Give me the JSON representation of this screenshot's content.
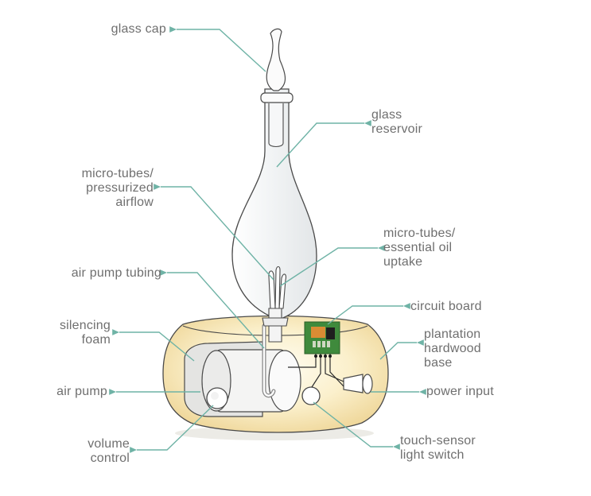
{
  "labels": {
    "glass_cap": [
      "glass cap"
    ],
    "glass_reservoir": [
      "glass",
      "reservoir"
    ],
    "micro_tubes_airflow": [
      "micro-tubes/",
      "pressurized",
      "airflow"
    ],
    "micro_tubes_oil": [
      "micro-tubes/",
      "essential oil",
      "uptake"
    ],
    "air_pump_tubing": [
      "air pump tubing"
    ],
    "circuit_board": [
      "circuit board"
    ],
    "silencing_foam": [
      "silencing",
      "foam"
    ],
    "plantation_base": [
      "plantation",
      "hardwood",
      "base"
    ],
    "air_pump": [
      "air pump"
    ],
    "power_input": [
      "power input"
    ],
    "volume_control": [
      "volume",
      "control"
    ],
    "touch_sensor": [
      "touch-sensor",
      "light switch"
    ]
  },
  "colors": {
    "leader": "#6fb3a6",
    "label_text": "#6f6f6f",
    "outline": "#4a4a4a",
    "wood": "#f6e7b8",
    "circuit": "#3f8a3c"
  }
}
